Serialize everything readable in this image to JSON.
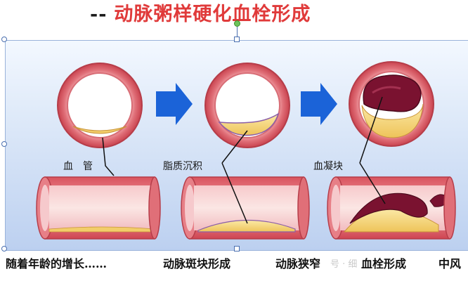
{
  "title": {
    "dash": "--",
    "text": "动脉粥样硬化血栓形成"
  },
  "labels": {
    "vessel": "血　管",
    "lipid": "脂质沉积",
    "clot": "血凝块"
  },
  "captions": [
    "随着年龄的增长……",
    "动脉斑块形成",
    "动脉狭窄",
    "血栓形成",
    "中风"
  ],
  "watermark": "号 · 细",
  "colors": {
    "title_red": "#e03a3a",
    "arrow_blue": "#1b63d8",
    "vessel_red": "#e07a80",
    "plaque_yellow": "#f3d27a",
    "clot_dark": "#7a1230"
  }
}
